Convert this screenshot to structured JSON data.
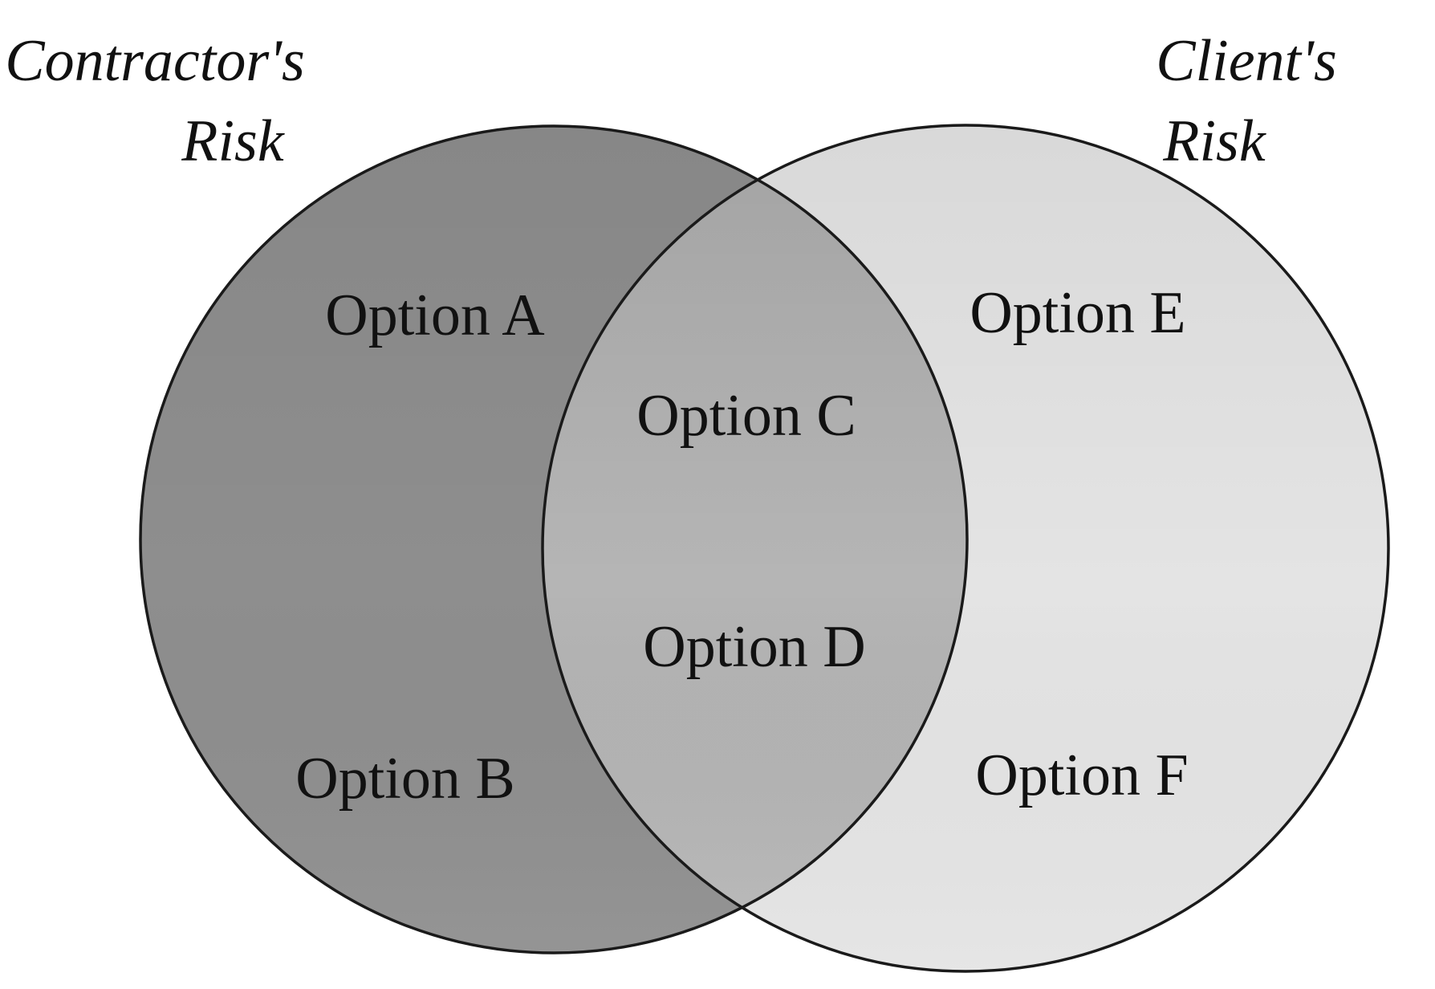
{
  "figure": {
    "left_set": {
      "title_line1": "Contractor's",
      "title_line2": "Risk",
      "region_top": "Option A",
      "region_bottom": "Option B"
    },
    "overlap": {
      "region_top": "Option C",
      "region_bottom": "Option D"
    },
    "right_set": {
      "title_line1": "Client's",
      "title_line2": "Risk",
      "region_top": "Option E",
      "region_bottom": "Option F"
    },
    "colors": {
      "left_circle_fill": "#8e8e8e",
      "overlap_fill": "#b5b5b5",
      "right_circle_fill": "#e4e4e4",
      "outline": "#1a1a1a",
      "background": "#ffffff",
      "text": "#111111"
    }
  }
}
